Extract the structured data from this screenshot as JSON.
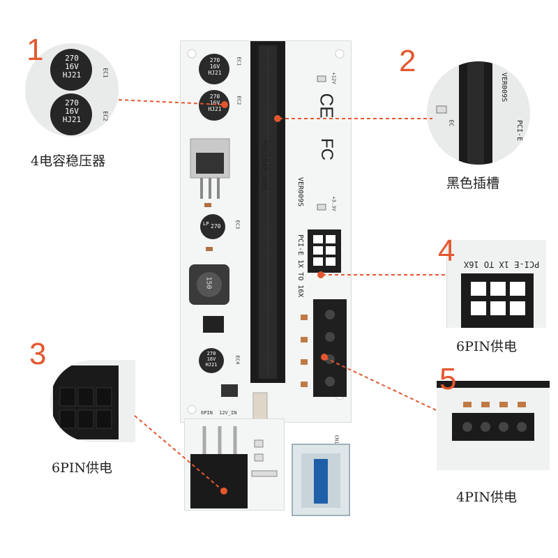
{
  "callouts": [
    {
      "number": "1",
      "caption": "4电容稳压器"
    },
    {
      "number": "2",
      "caption": "黑色插槽"
    },
    {
      "number": "3",
      "caption": "6PIN供电"
    },
    {
      "number": "4",
      "caption": "6PIN供电"
    },
    {
      "number": "5",
      "caption": "4PIN供电"
    }
  ],
  "capacitor_marking": {
    "line1": "270",
    "line2": "16V",
    "line3": "HJ21"
  },
  "board_silkscreen": {
    "model": "PCE164P-N09",
    "version": "VER009S",
    "spec": "PCI-E 1X TO 16X",
    "plus12": "+12V",
    "plus33": "+3.3V",
    "ec1": "EC1",
    "ec2": "EC2",
    "ec3": "EC3",
    "ec4": "EC4",
    "inductor": "150",
    "pin6": "6PIN",
    "in12": "12V_IN",
    "cn1": "CN1",
    "lp": "LP",
    "ce": "CE",
    "fc": "FC"
  },
  "inset2_text": {
    "version": "VER009S",
    "spec": "PCI-E",
    "ec": "EC"
  },
  "inset4_text": {
    "spec": "PCI-E 1X TO 16X"
  },
  "colors": {
    "callout": "#e4572e",
    "board": "#f4f6f6",
    "slot": "#1b1b1b",
    "leader": "#e4572e"
  }
}
